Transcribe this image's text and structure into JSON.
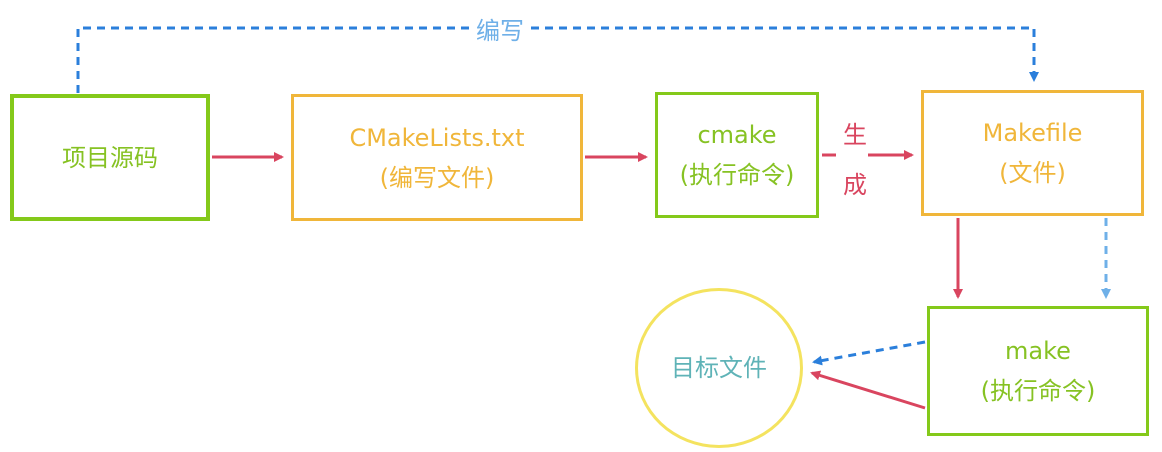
{
  "nodes": {
    "source": {
      "label": "项目源码"
    },
    "cmakelists": {
      "title": "CMakeLists.txt",
      "subtitle": "(编写文件)"
    },
    "cmake": {
      "title": "cmake",
      "subtitle": "(执行命令)"
    },
    "makefile": {
      "title": "Makefile",
      "subtitle": "(文件)"
    },
    "make": {
      "title": "make",
      "subtitle": "(执行命令)"
    },
    "target": {
      "label": "目标文件"
    }
  },
  "edge_labels": {
    "write": "编写",
    "generate_1": "生",
    "generate_2": "成"
  },
  "colors": {
    "green": "#84c91a",
    "orange": "#f0b63a",
    "red_arrow": "#d9455f",
    "blue_dashed": "#2b7fdb",
    "light_blue_dashed": "#6fb0e8",
    "yellow_circle": "#f4e35f",
    "teal_text": "#5fb3b7"
  }
}
